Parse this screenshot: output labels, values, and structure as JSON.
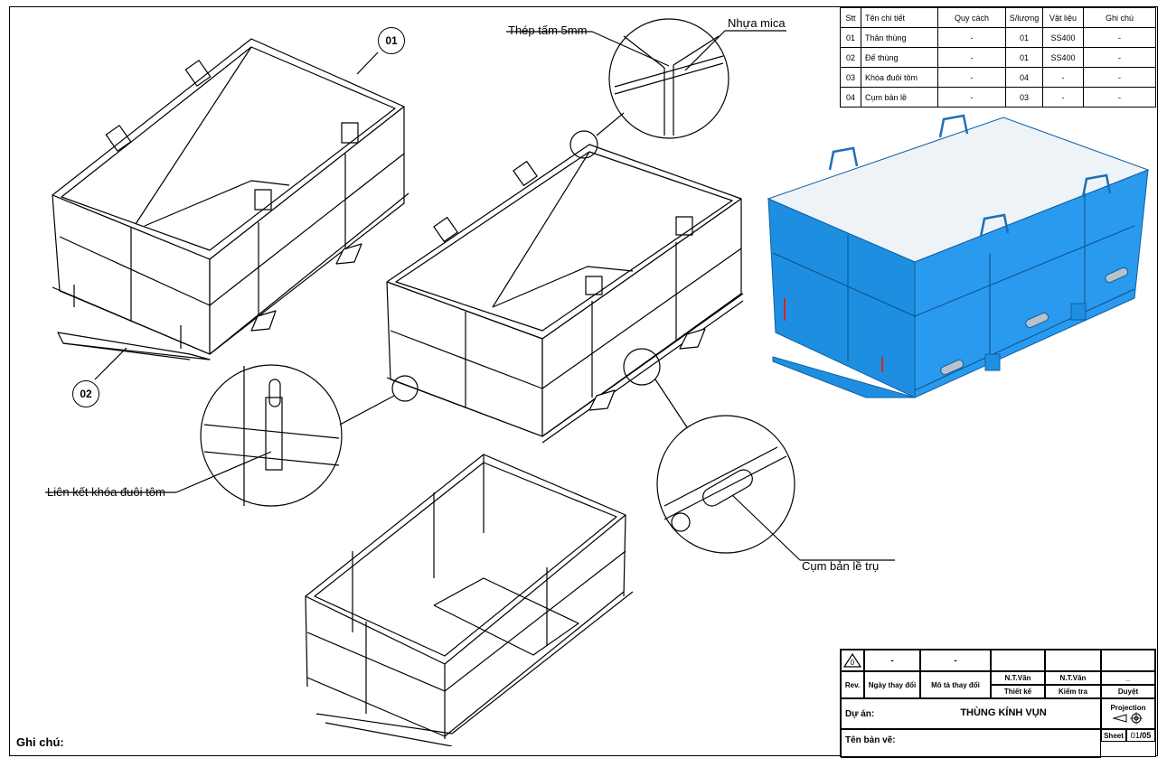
{
  "callouts": {
    "part_01": "01",
    "part_02": "02",
    "steel_plate": "Thép tấm 5mm",
    "mica": "Nhựa mica",
    "lock_link": "Liên kết khóa đuôi tôm",
    "hinge": "Cụm bản lề trụ"
  },
  "bom": {
    "headers": [
      "Stt",
      "Tên chi tiết",
      "Quy cách",
      "S/lượng",
      "Vật liệu",
      "Ghi chú"
    ],
    "rows": [
      [
        "01",
        "Thân thùng",
        "-",
        "01",
        "SS400",
        "-"
      ],
      [
        "02",
        "Đế thùng",
        "-",
        "01",
        "SS400",
        "-"
      ],
      [
        "03",
        "Khóa đuôi tôm",
        "-",
        "04",
        "-",
        "-"
      ],
      [
        "04",
        "Cụm bản lề",
        "-",
        "03",
        "-",
        "-"
      ]
    ]
  },
  "title_block": {
    "rev_symbol": "0",
    "rev_label": "Rev.",
    "date_value": "-",
    "desc_value": "-",
    "date_label": "Ngày thay đổi",
    "desc_label": "Mô tả thay đổi",
    "designer": "N.T.Văn",
    "designer_label": "Thiết kế",
    "checker": "N.T.Văn",
    "checker_label": "Kiểm tra",
    "approver": "_",
    "approver_label": "Duyệt",
    "project_label": "Dự án:",
    "project_name": "THÙNG KÍNH VỤN",
    "projection_label": "Projection",
    "drawing_name_label": "Tên bản vẽ:",
    "sheet_label": "Sheet",
    "sheet_value": "01",
    "sheet_total": "/05"
  },
  "notes_label": "Ghi chú:",
  "colors": {
    "bin_blue": "#1e8fe0",
    "bin_inner": "#eef3f8"
  }
}
